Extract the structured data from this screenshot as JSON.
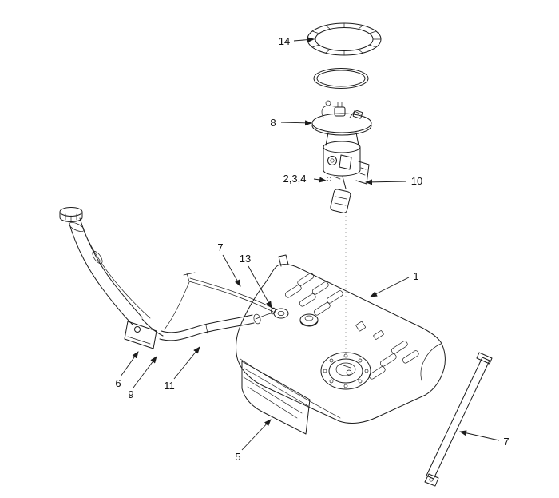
{
  "figure": {
    "kind": "exploded-parts-diagram",
    "background": "#ffffff",
    "line_color": "#1c1c1c",
    "label_color": "#111111"
  },
  "callouts": [
    {
      "name": "lock-ring",
      "label": "14"
    },
    {
      "name": "pump-plate-assembly",
      "label": "8"
    },
    {
      "name": "pump-inner-parts",
      "label": "2,3,4"
    },
    {
      "name": "sender-unit",
      "label": "10"
    },
    {
      "name": "tube-upper",
      "label": "7"
    },
    {
      "name": "vent-hose",
      "label": "13"
    },
    {
      "name": "fuel-tank",
      "label": "1"
    },
    {
      "name": "clip",
      "label": "6"
    },
    {
      "name": "holder",
      "label": "9"
    },
    {
      "name": "filler-hose",
      "label": "11"
    },
    {
      "name": "protector",
      "label": "5"
    },
    {
      "name": "support-band",
      "label": "7"
    }
  ]
}
